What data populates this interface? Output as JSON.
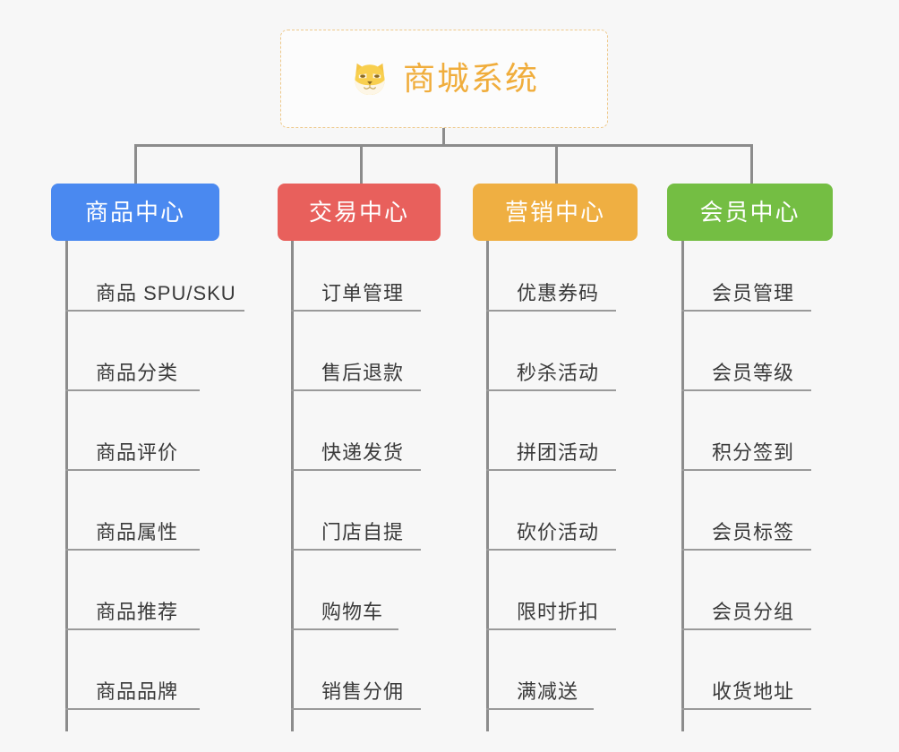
{
  "root": {
    "title": "商城系统",
    "icon": "shiba-dog-icon",
    "accent": "#f0ad3c",
    "border": "#eec98b"
  },
  "canvas": {
    "background": "#f7f7f7",
    "line_color": "#8c8c8c",
    "leaf_rule_color": "#9a9a9a",
    "leaf_text_color": "#3a3a3a"
  },
  "branches": [
    {
      "label": "商品中心",
      "color": "#4a89f0",
      "leaves": [
        "商品 SPU/SKU",
        "商品分类",
        "商品评价",
        "商品属性",
        "商品推荐",
        "商品品牌"
      ]
    },
    {
      "label": "交易中心",
      "color": "#e8605c",
      "leaves": [
        "订单管理",
        "售后退款",
        "快递发货",
        "门店自提",
        "购物车",
        "销售分佣"
      ]
    },
    {
      "label": "营销中心",
      "color": "#efaf42",
      "leaves": [
        "优惠券码",
        "秒杀活动",
        "拼团活动",
        "砍价活动",
        "限时折扣",
        "满减送"
      ]
    },
    {
      "label": "会员中心",
      "color": "#74be43",
      "leaves": [
        "会员管理",
        "会员等级",
        "积分签到",
        "会员标签",
        "会员分组",
        "收货地址"
      ]
    }
  ]
}
